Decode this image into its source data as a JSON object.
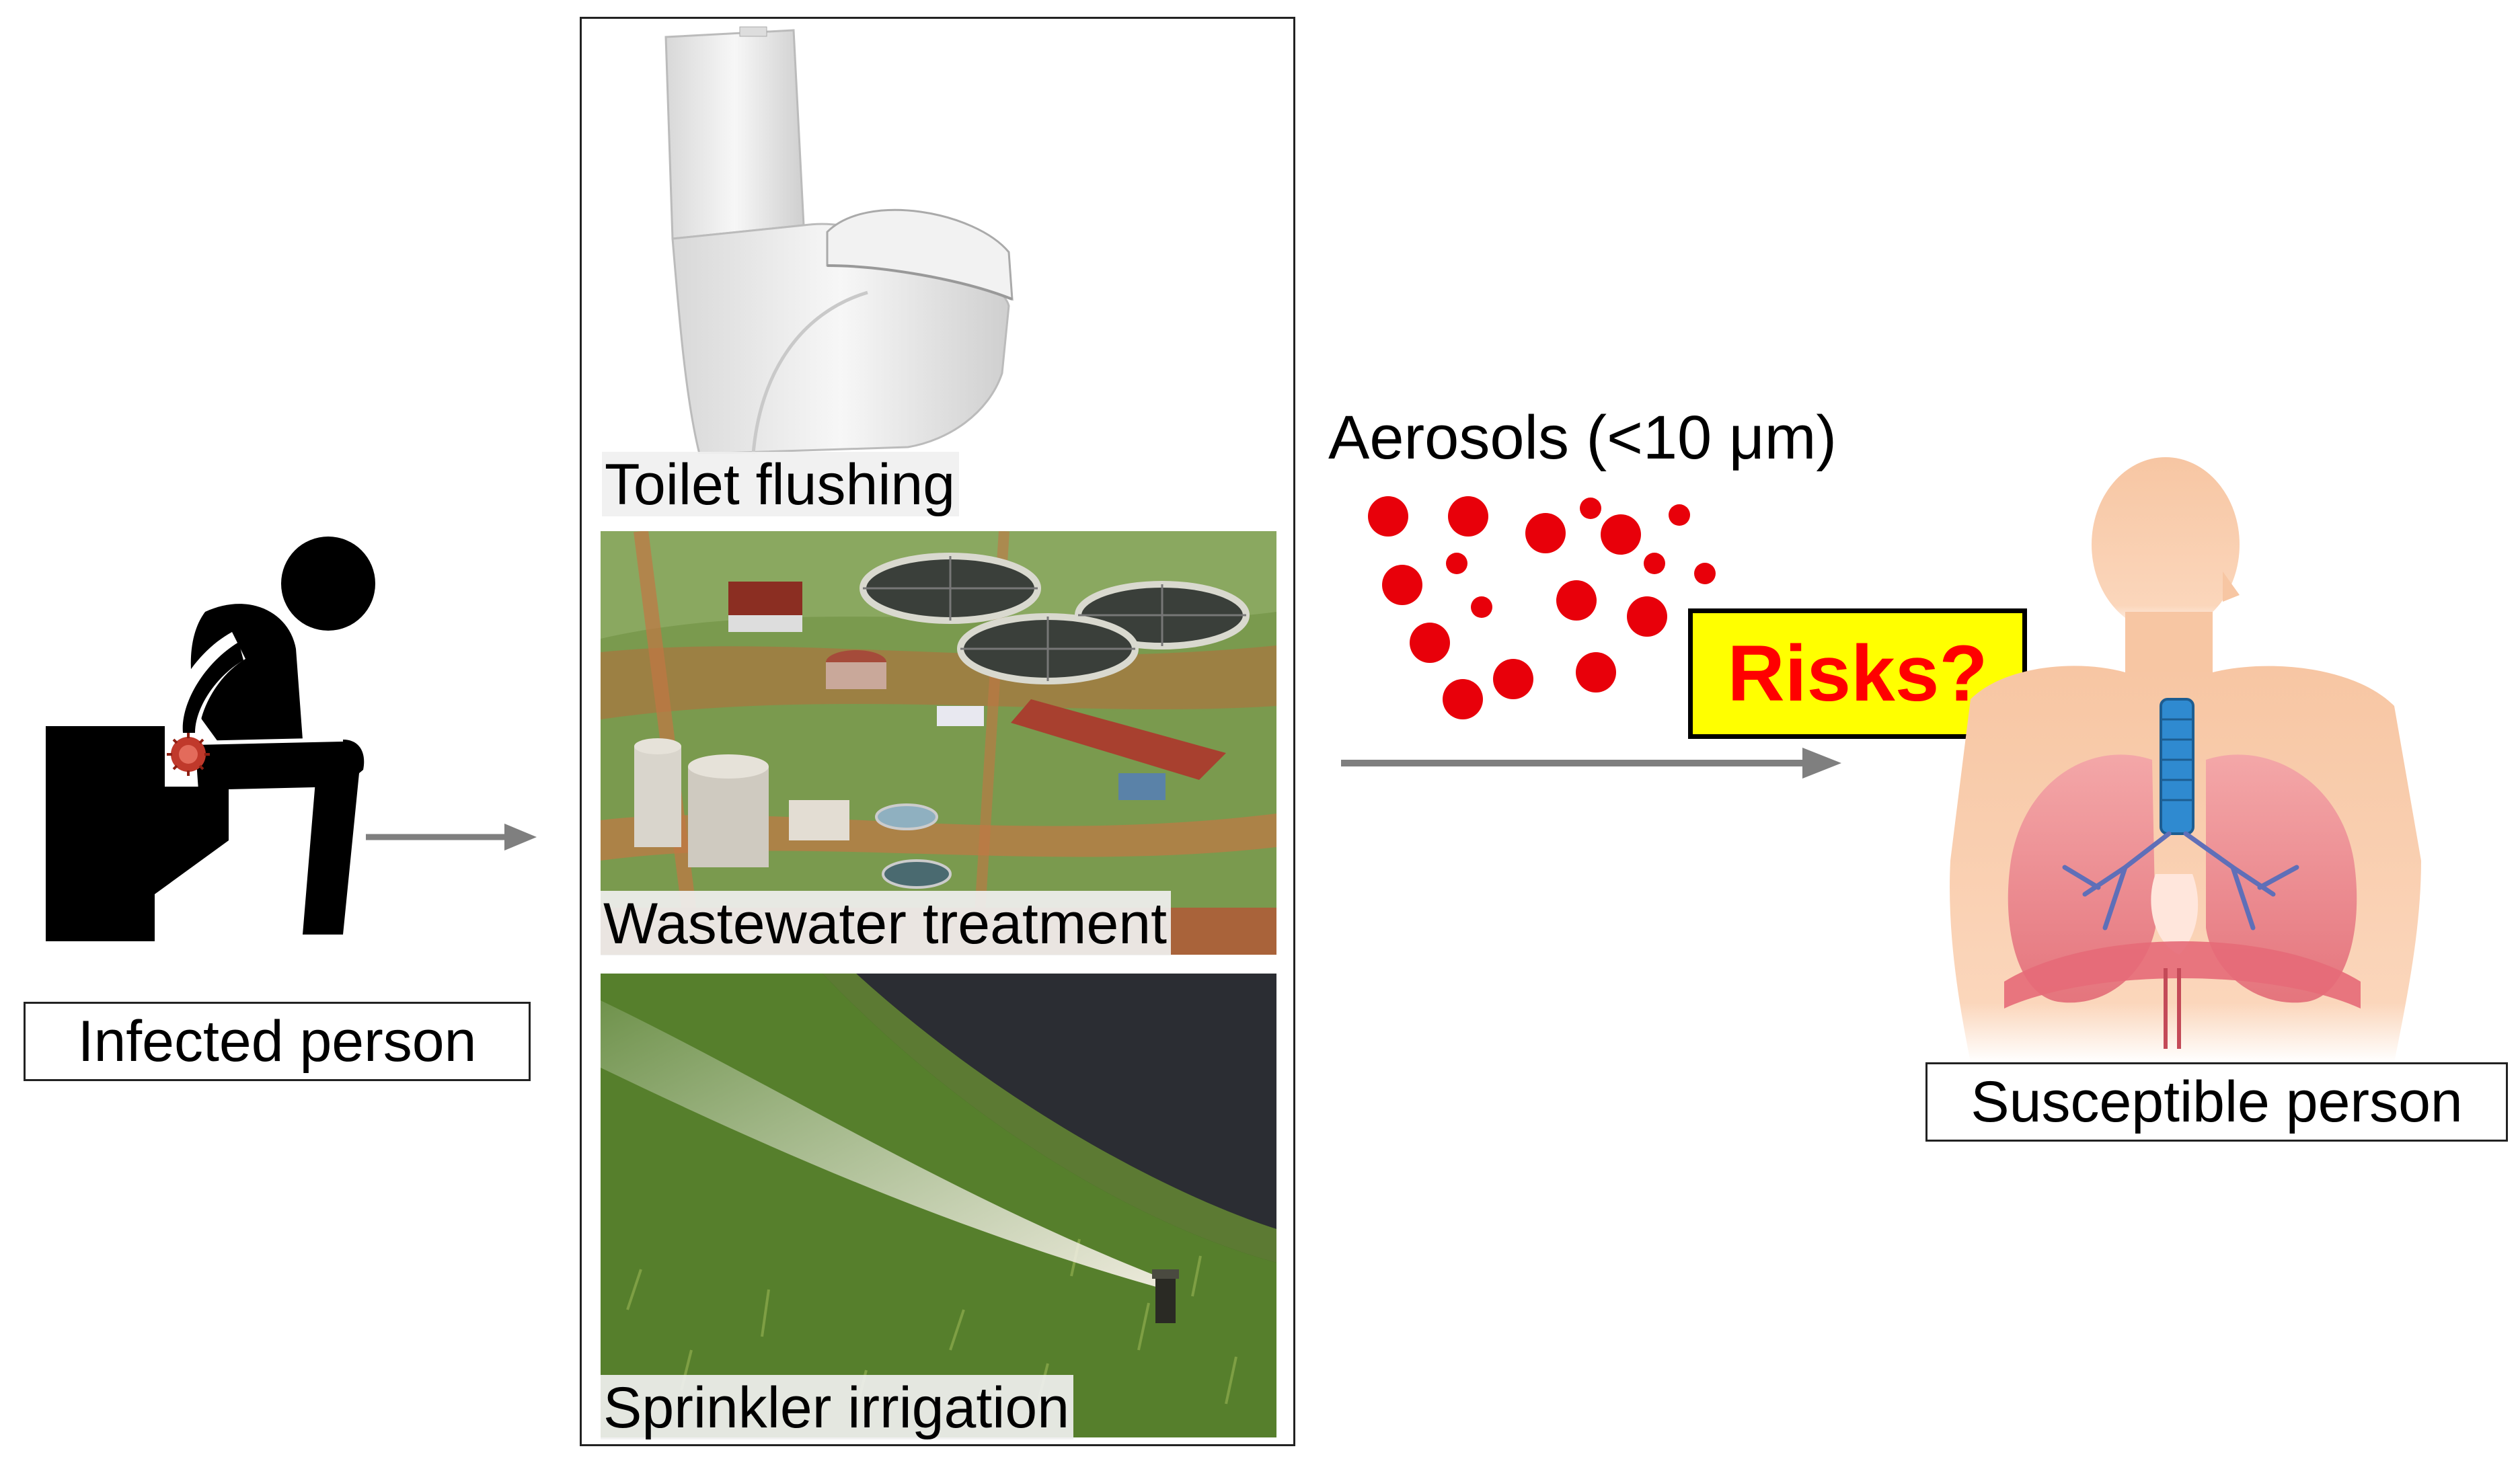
{
  "source": {
    "label": "Infected person",
    "icon": "person-on-toilet-icon"
  },
  "pathways": {
    "items": [
      {
        "label": "Toilet flushing",
        "image": "toilet-photo"
      },
      {
        "label": "Wastewater treatment",
        "image": "wastewater-plant-photo"
      },
      {
        "label": "Sprinkler irrigation",
        "image": "sprinkler-photo"
      }
    ]
  },
  "aerosol": {
    "label": "Aerosols (<10 μm)",
    "droplet_color": "#e8000a"
  },
  "risk": {
    "label": "Risks?",
    "text_color": "#ff0000",
    "box_color": "#ffff00"
  },
  "target": {
    "label": "Susceptible person",
    "icon": "human-respiratory-system-icon"
  },
  "colors": {
    "arrow": "#7f7f7f"
  }
}
